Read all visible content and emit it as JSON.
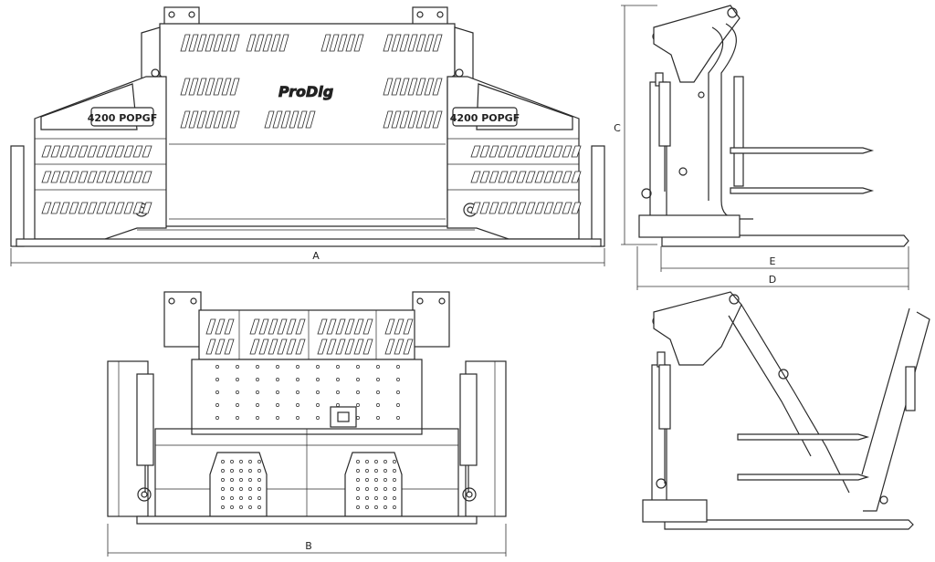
{
  "drawing": {
    "model_plate_left": "4200 POPGF",
    "model_plate_right": "4200 POPGF",
    "brand_logo": "ProDig",
    "dimensions": {
      "a": "A",
      "b": "B",
      "c": "C",
      "d": "D",
      "e": "E"
    }
  },
  "views": [
    "front-view",
    "rear-view",
    "side-view-closed",
    "side-view-open"
  ]
}
